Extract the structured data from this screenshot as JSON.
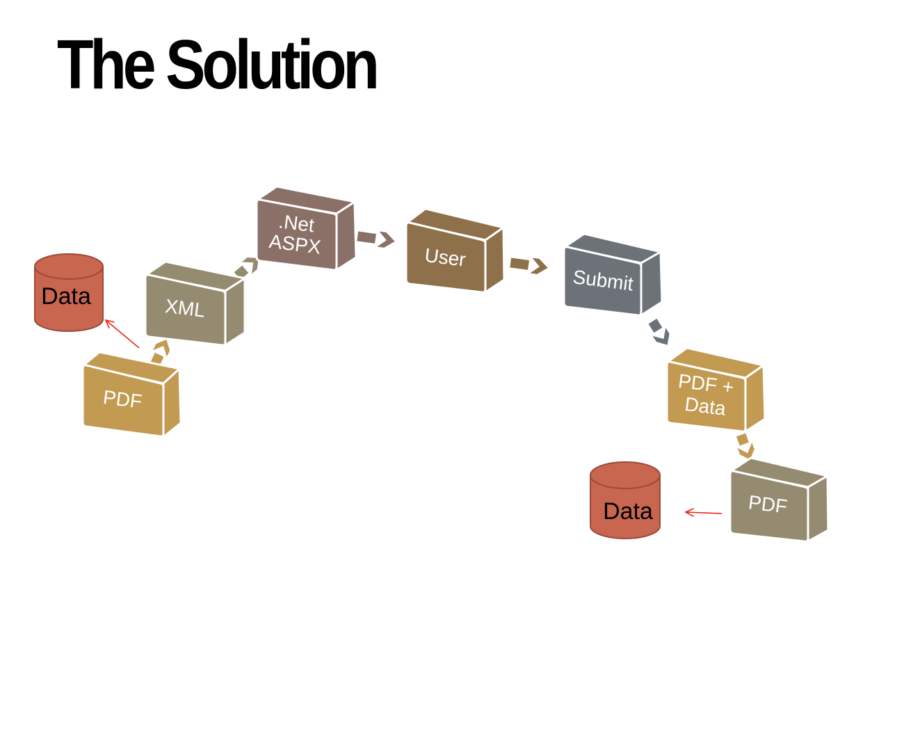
{
  "title": "The Solution",
  "boxes": {
    "pdf_start": {
      "label": "PDF",
      "color": "#c29a51"
    },
    "xml": {
      "label": "XML",
      "color": "#958b71"
    },
    "net_aspx": {
      "line1": ".Net",
      "line2": "ASPX",
      "color": "#8b7068"
    },
    "user": {
      "label": "User",
      "color": "#8e714b"
    },
    "submit": {
      "label": "Submit",
      "color": "#6c7278"
    },
    "pdf_data": {
      "line1": "PDF +",
      "line2": "Data",
      "color": "#c29a51"
    },
    "pdf_end": {
      "label": "PDF",
      "color": "#958b71"
    }
  },
  "databases": {
    "data_left": {
      "label": "Data",
      "color": "#c86650"
    },
    "data_right": {
      "label": "Data",
      "color": "#c86650"
    }
  },
  "connector_color": "#e8231a"
}
